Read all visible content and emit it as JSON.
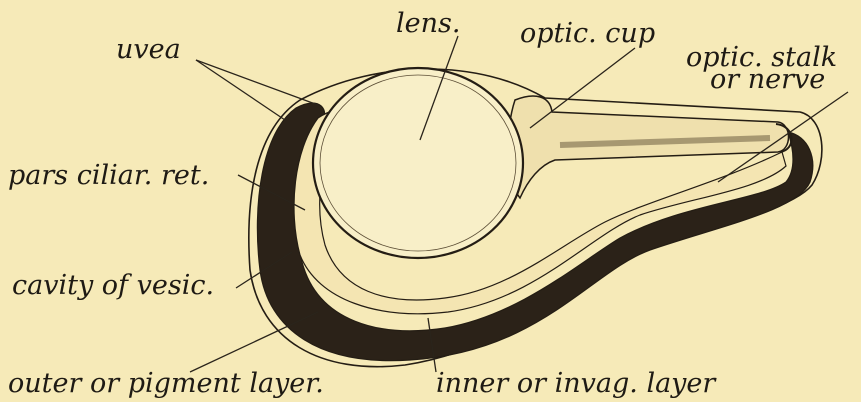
{
  "labels": {
    "uvea": "uvea",
    "lens": "lens.",
    "optic_cup": "optic. cup",
    "optic_stalk_line1": "optic. stalk",
    "optic_stalk_line2": "or nerve",
    "pars_ciliar": "pars ciliar. ret.",
    "cavity": "cavity of vesic.",
    "outer_layer": "outer or pigment layer.",
    "inner_layer": "inner or invag. layer"
  },
  "colors": {
    "background": "#f6eab8",
    "pigment_layer": "#2b2218",
    "inner_layer": "#f4e5b2",
    "lens": "#f8efc8",
    "outline": "#241d14"
  }
}
